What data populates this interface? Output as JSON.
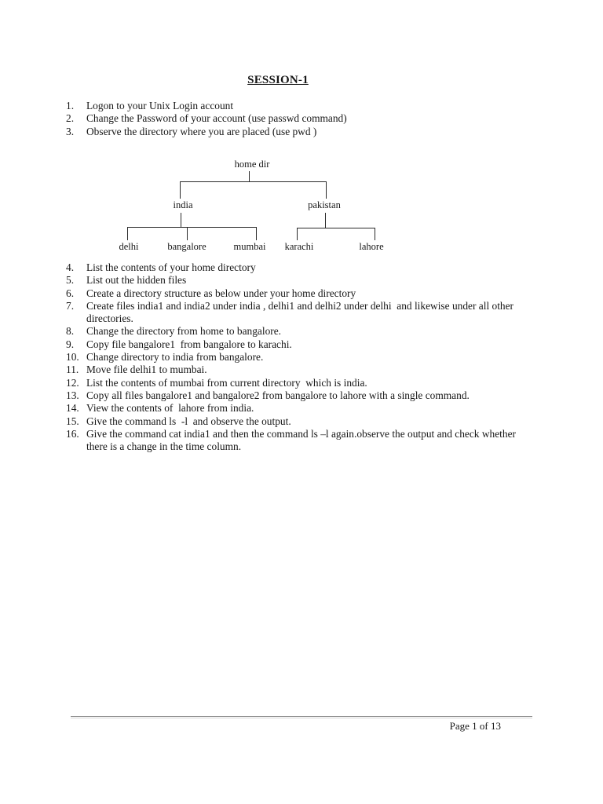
{
  "title": "SESSION-1",
  "items": [
    {
      "num": "1.",
      "text": "Logon to your Unix Login account"
    },
    {
      "num": "2.",
      "text": "Change the Password of your account (use passwd command)"
    },
    {
      "num": "3.",
      "text": "Observe the directory where you are placed (use pwd )"
    },
    {
      "num": "4.",
      "text": "List the contents of your home directory"
    },
    {
      "num": "5.",
      "text": "List out the hidden files"
    },
    {
      "num": "6.",
      "text": "Create a directory structure as below under your home directory"
    },
    {
      "num": "7.",
      "text": "Create files india1 and india2 under india , delhi1 and delhi2 under delhi  and likewise under all other\ndirectories."
    },
    {
      "num": "8.",
      "text": "Change the directory from home to bangalore."
    },
    {
      "num": "9.",
      "text": "Copy file bangalore1  from bangalore to karachi."
    },
    {
      "num": "10.",
      "text": "Change directory to india from bangalore."
    },
    {
      "num": "11.",
      "text": "Move file delhi1 to mumbai."
    },
    {
      "num": "12.",
      "text": "List the contents of mumbai from current directory  which is india."
    },
    {
      "num": "13.",
      "text": "Copy all files bangalore1 and bangalore2 from bangalore to lahore with a single command."
    },
    {
      "num": "14.",
      "text": "View the contents of  lahore from india."
    },
    {
      "num": "15.",
      "text": "Give the command ls  -l  and observe the output."
    },
    {
      "num": "16.",
      "text": "Give the command cat india1 and then the command ls –l again.observe the output and check whether\nthere is a change in the time column."
    }
  ],
  "tree": {
    "home_dir": "home dir",
    "india": "india",
    "pakistan": "pakistan",
    "delhi": "delhi",
    "bangalore": "bangalore",
    "mumbai": "mumbai",
    "karachi": "karachi",
    "lahore": "lahore",
    "structure": {
      "home dir": {
        "india": [
          "delhi",
          "bangalore",
          "mumbai"
        ],
        "pakistan": [
          "karachi",
          "lahore"
        ]
      }
    }
  },
  "footer": {
    "page_label": "Page 1 of 13"
  }
}
